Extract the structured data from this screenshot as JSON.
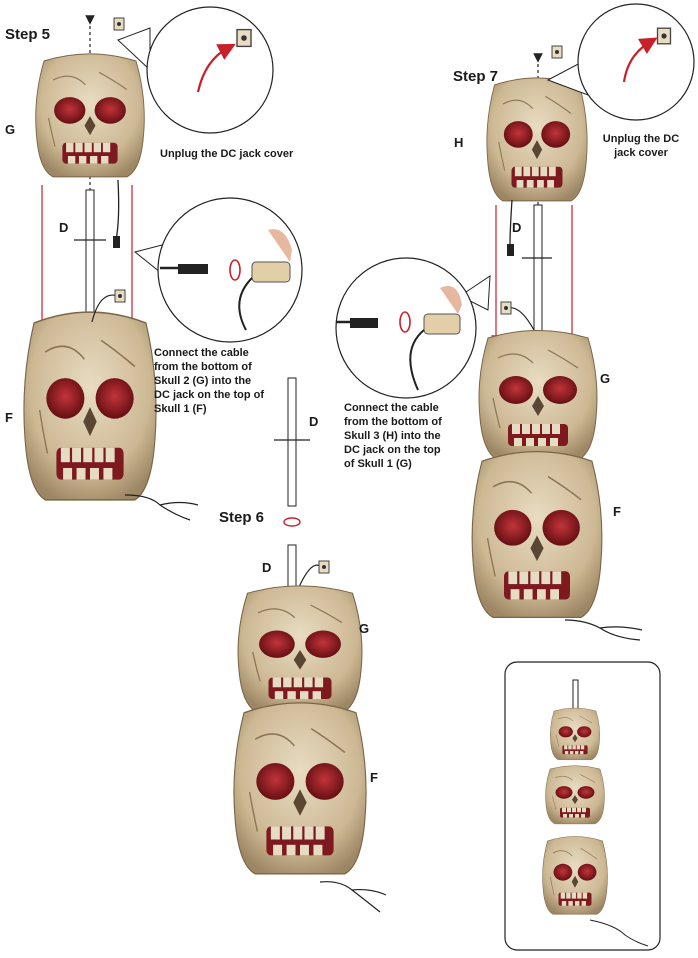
{
  "steps": {
    "step5": "Step 5",
    "step6": "Step 6",
    "step7": "Step 7"
  },
  "labels": {
    "g_top": "G",
    "f_left": "F",
    "d_top": "D",
    "d_mid": "D",
    "d_low": "D",
    "g_mid": "G",
    "f_mid": "F",
    "h_right": "H",
    "d_right": "D",
    "g_right": "G",
    "f_right": "F"
  },
  "captions": {
    "unplug_left": "Unplug the DC jack cover",
    "unplug_right_1": "Unplug the DC",
    "unplug_right_2": "jack cover",
    "connect_left": [
      "Connect the cable",
      "from the bottom of",
      "Skull 2 (G) into the",
      "DC jack on the top of",
      "Skull 1 (F)"
    ],
    "connect_right": [
      "Connect the cable",
      "from the bottom of",
      "Skull 3 (H) into the",
      "DC jack on the top",
      "of Skull 1 (G)"
    ]
  },
  "colors": {
    "skull": "#d9c9a8",
    "skull_shade": "#a89270",
    "eye": "#8f1c22",
    "arrow": "#c8202a",
    "line": "#222222"
  }
}
